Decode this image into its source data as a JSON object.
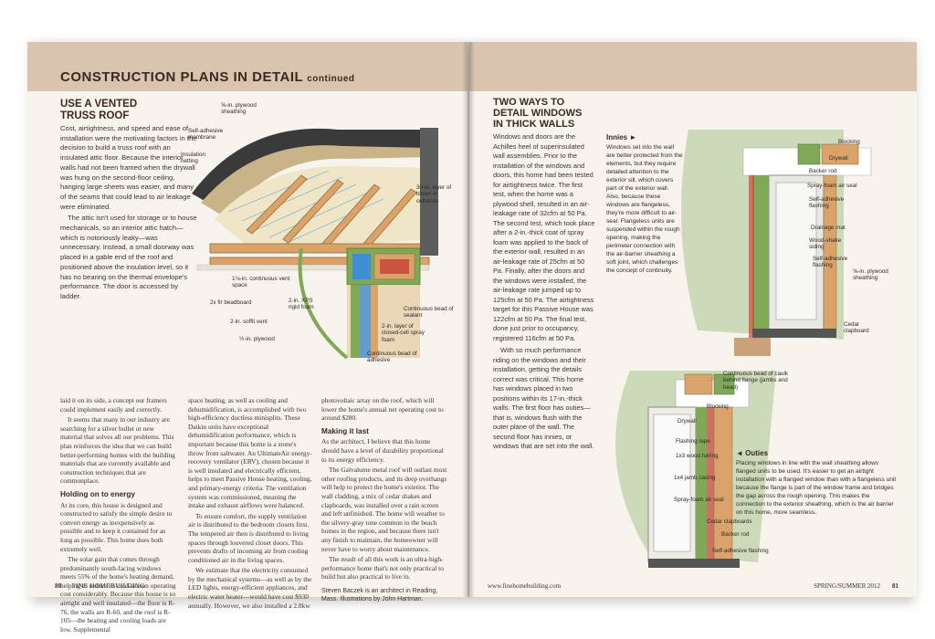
{
  "left_page": {
    "title": "CONSTRUCTION PLANS IN DETAIL",
    "title_suffix": "continued",
    "sidebar": {
      "heading_line1": "USE A VENTED",
      "heading_line2": "TRUSS ROOF",
      "para1": "Cost, airtightness, and speed and ease of installation were the motivating factors in the decision to build a truss roof with an insulated attic floor. Because the interior walls had not been framed when the drywall was hung on the second-floor ceiling, hanging large sheets was easier, and many of the seams that could lead to air leakage were eliminated.",
      "para2": "The attic isn't used for storage or to house mechanicals, so an interior attic hatch—which is notoriously leaky—was unnecessary. Instead, a small doorway was placed in a gable end of the roof and positioned above the insulation level, so it has no bearing on the thermal envelope's performance. The door is accessed by ladder."
    },
    "callouts": {
      "plywood_sheathing": "⅝-in. plywood sheathing",
      "adhesive_membrane": "Self-adhesive membrane",
      "insulation_netting": "Insulation netting",
      "blown_cellulose": "30-in. layer of blown-in cellulose",
      "vent_space": "1⅛-in. continuous vent space",
      "fir_beadboard": "2x fir beadboard",
      "xps_foam": "2-in. XPS rigid foam",
      "soffit_vent": "2-in. soffit vent",
      "half_plywood": "½-in. plywood",
      "bead_sealant": "Continuous bead of sealant",
      "spray_foam_layer": "2-in. layer of closed-cell spray foam",
      "bead_adhesive": "Continuous bead of adhesive"
    },
    "col1": {
      "p1": "laid it on its side, a concept our framers could implement easily and correctly.",
      "p2": "It seems that many in our industry are searching for a silver bullet or new material that solves all our problems. This plan reinforces the idea that we can build better-performing homes with the building materials that are currently available and construction techniques that are commonplace.",
      "subhead": "Holding on to energy",
      "p3": "At its core, this house is designed and constructed to satisfy the simple desire to convert energy as inexpensively as possible and to keep it contained for as long as possible. This home does both extremely well.",
      "p4": "The solar gain that comes through predominantly south-facing windows meets 55% of the home's heating demand, helping to reduce its cold-season operating cost considerably. Because this house is so airtight and well insulated—the floor is R-76, the walls are R-60, and the roof is R-105—the heating and cooling loads are low. Supplemental"
    },
    "col2": {
      "p1": "space heating, as well as cooling and dehumidification, is accomplished with two high-efficiency ductless minisplits. These Daikin units have exceptional dehumidification performance, which is important because this home is a stone's throw from saltwater. An UltimateAir energy-recovery ventilator (ERV), chosen because it is well insulated and electrically efficient, helps to meet Passive House heating, cooling, and primary-energy criteria. The ventilation system was commissioned, meaning the intake and exhaust airflows were balanced.",
      "p2": "To ensure comfort, the supply ventilation air is distributed to the bedroom closets first. The tempered air then is distributed to living spaces through louvered closet doors. This prevents drafts of incoming air from cooling conditioned air in the living spaces.",
      "p3": "We estimate that the electricity consumed by the mechanical systems—as well as by the LED lights, energy-efficient appliances, and electric water heater—would have cost $930 annually. However, we also installed a 2.8kw"
    },
    "col3": {
      "p1": "photovoltaic array on the roof, which will lower the home's annual net operating cost to around $280.",
      "subhead": "Making it last",
      "p2": "As the architect, I believe that this home should have a level of durability proportional to its energy efficiency.",
      "p3": "The Galvalume metal roof will outlast most other roofing products, and its deep overhangs will help to protect the home's exterior. The wall cladding, a mix of cedar shakes and clapboards, was installed over a rain screen and left unfinished. The home will weather to the silvery-gray tone common to the beach homes in the region, and because there isn't any finish to maintain, the homeowner will never have to worry about maintenance.",
      "p4": "The result of all this work is an ultra-high-performance home that's not only practical to build but also practical to live in.",
      "byline": "Steven Baczek is an architect in Reading, Mass. Illustrations by John Hartman."
    },
    "folio_number": "80",
    "folio_name": "FINE HOMEBUILDING"
  },
  "right_page": {
    "heading_line1": "TWO WAYS TO",
    "heading_line2": "DETAIL WINDOWS",
    "heading_line3": "IN THICK WALLS",
    "body_p1": "Windows and doors are the Achilles heel of superinsulated wall assemblies. Prior to the installation of the windows and doors, this home had been tested for airtightness twice. The first test, when the home was a plywood shell, resulted in an air-leakage rate of 32cfm at 50 Pa. The second test, which took place after a 2-in.-thick coat of spray foam was applied to the back of the exterior wall, resulted in an air-leakage rate of 25cfm at 50 Pa. Finally, after the doors and the windows were installed, the air-leakage rate jumped up to 125cfm at 50 Pa. The airtightness target for this Passive House was 122cfm at 50 Pa. The final test, done just prior to occupancy, registered 116cfm at 50 Pa.",
    "body_p2": "With so much performance riding on the windows and their installation, getting the details correct was critical. This home has windows placed in two positions within its 17-in.-thick walls. The first floor has outies—that is, windows flush with the outer plane of the wall. The second floor has innies, or windows that are set into the wall.",
    "innies_heading": "Innies ►",
    "innies_text": "Windows set into the wall are better protected from the elements, but they require detailed attention to the exterior sill, which covers part of the exterior wall. Also, because these windows are flangeless, they're more difficult to air-seal. Flangeless units are suspended within the rough opening, making the perimeter connection with the air-barrier sheathing a soft joint, which challenges the concept of continuity.",
    "outies_heading": "◄ Outies",
    "outies_text": "Placing windows in line with the wall sheathing allows flanged units to be used. It's easier to get an airtight installation with a flanged window than with a flangeless unit because the flange is part of the window frame and bridges the gap across the rough opening. This makes the connection to the exterior sheathing, which is the air barrier on this home, more seamless.",
    "innie_callouts": {
      "blocking": "Blocking",
      "drywall": "Drywall",
      "backer_rod": "Backer rod",
      "spray_foam_seal": "Spray-foam air seal",
      "adhesive_flashing": "Self-adhesive flashing",
      "drainage_mat": "Drainage mat",
      "wood_shake": "Wood-shake siding",
      "adhesive_flashing2": "Self-adhesive flashing",
      "plywood_sheathing": "⅝-in. plywood sheathing",
      "cedar_clapboard": "Cedar clapboard"
    },
    "outie_callouts": {
      "caulk_bead": "Continuous bead of caulk behind flange (jambs and head)",
      "blocking": "Blocking",
      "drywall": "Drywall",
      "flashing_tape": "Flashing tape",
      "wood_furring": "1x3 wood furring",
      "jamb_casing": "1x4 jamb casing",
      "spray_foam_seal": "Spray-foam air seal",
      "cedar_clapboards": "Cedar clapboards",
      "backer_rod": "Backer rod",
      "adhesive_flashing": "Self-adhesive flashing"
    },
    "folio_url": "www.finehomebuilding.com",
    "folio_issue": "SPRING/SUMMER 2012",
    "folio_number": "81"
  },
  "colors": {
    "band": "#d9c4b0",
    "paper": "#f7f4ee",
    "heading": "#3b2a20",
    "green_board": "#7fa956",
    "foam_blue": "#3d8fd1",
    "wood": "#d9a36a",
    "red_tape": "#c8473a"
  }
}
